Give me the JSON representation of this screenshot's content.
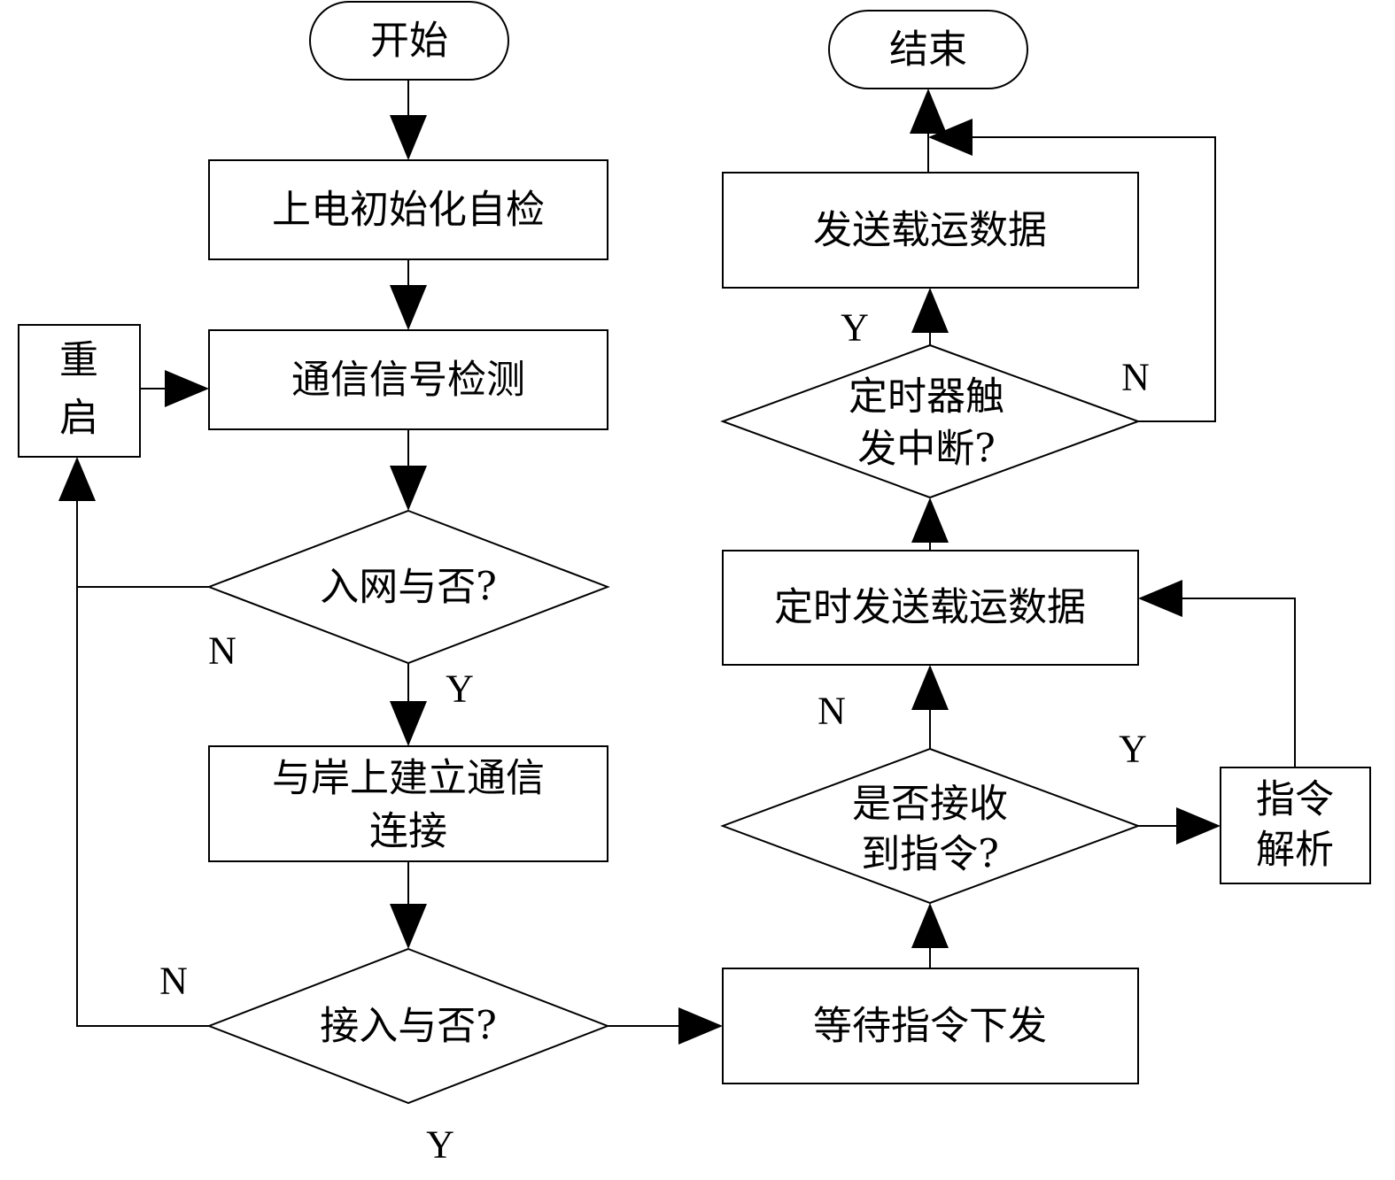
{
  "nodes": {
    "start": "开始",
    "end": "结束",
    "power_on_self_test": "上电初始化自检",
    "signal_detection": "通信信号检测",
    "restart": [
      "重",
      "启"
    ],
    "joined_network": "入网与否?",
    "establish_connection": [
      "与岸上建立通信",
      "连接"
    ],
    "access_check": "接入与否?",
    "wait_command": "等待指令下发",
    "command_received": [
      "是否接收",
      "到指令?"
    ],
    "command_parse": [
      "指令",
      "解析"
    ],
    "timed_send": "定时发送载运数据",
    "timer_interrupt": [
      "定时器触",
      "发中断?"
    ],
    "send_data": "发送载运数据"
  },
  "edge_labels": {
    "joined_network_no": "N",
    "joined_network_yes": "Y",
    "access_no": "N",
    "access_yes": "Y",
    "command_received_no": "N",
    "command_received_yes": "Y",
    "timer_interrupt_yes": "Y",
    "timer_interrupt_no": "N"
  }
}
